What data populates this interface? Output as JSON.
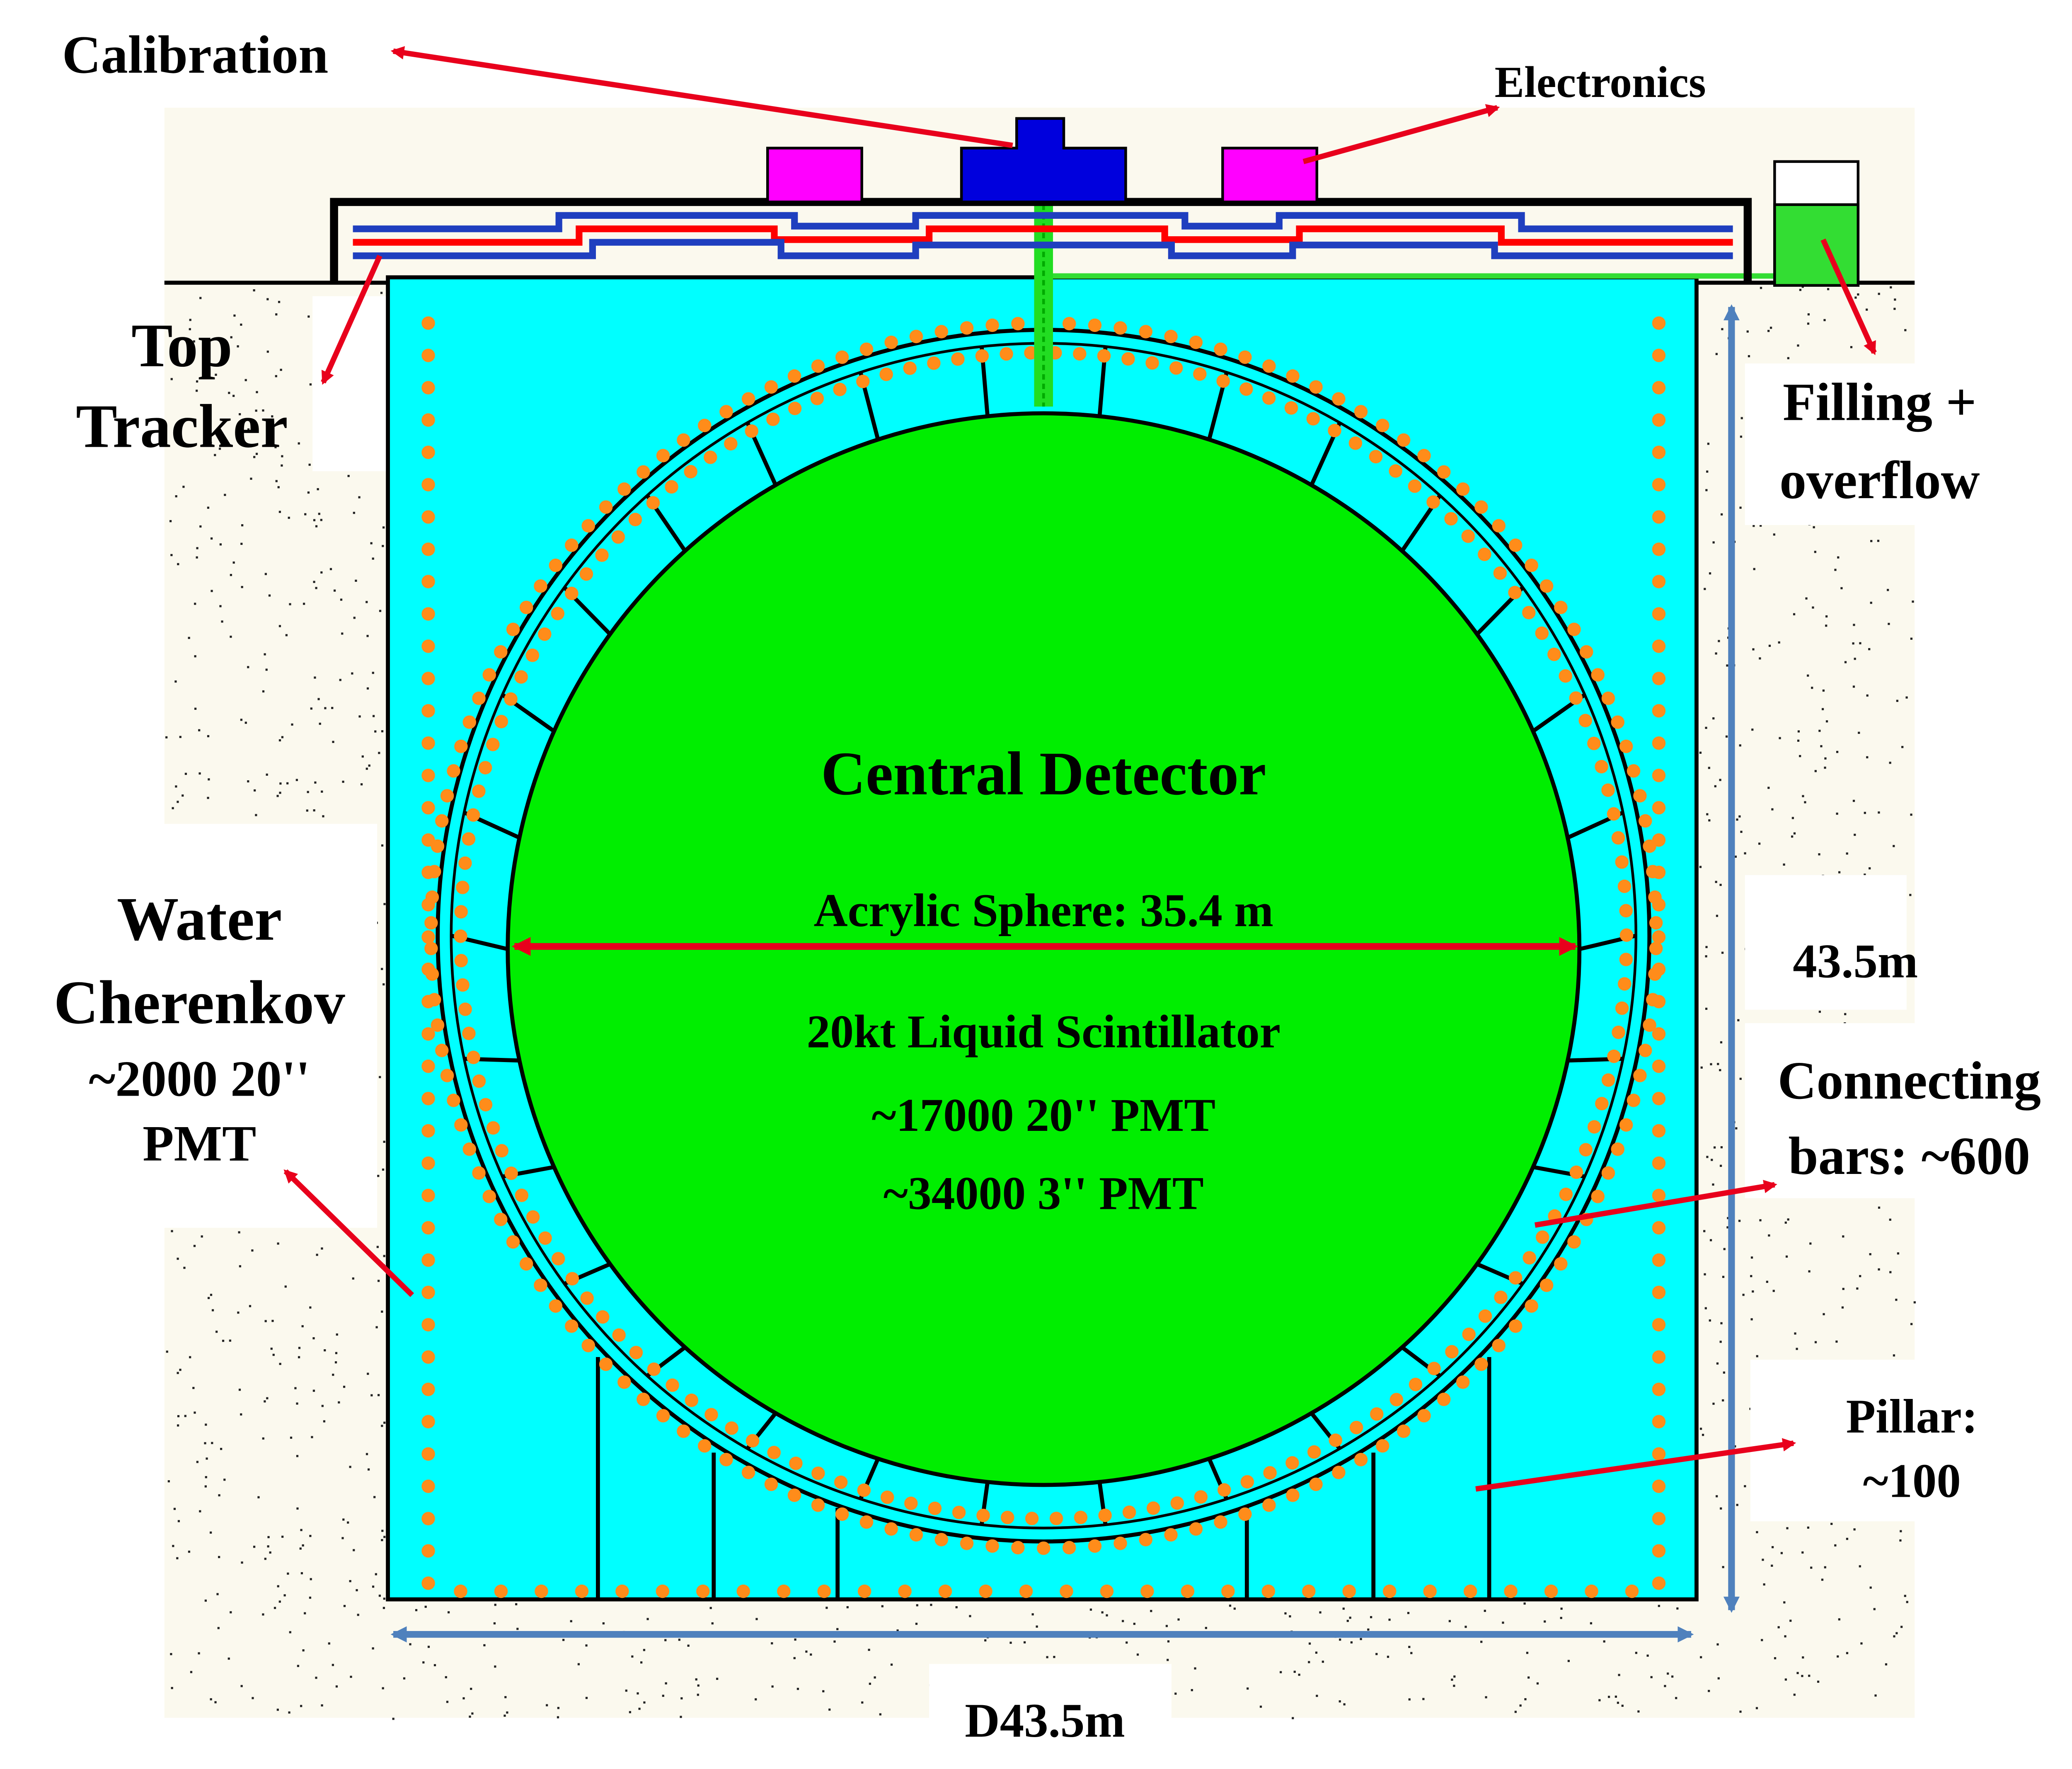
{
  "labels": {
    "calibration": "Calibration",
    "electronics": "Electronics",
    "top_tracker_1": "Top",
    "top_tracker_2": "Tracker",
    "filling_1": "Filling +",
    "filling_2": "overflow",
    "water_1": "Water",
    "water_2": "Cherenkov",
    "water_3": "~2000 20''",
    "water_4": "PMT",
    "height": "43.5m",
    "connecting_1": "Connecting",
    "connecting_2": "bars: ~600",
    "pillar_1": "Pillar:",
    "pillar_2": "~100",
    "diameter": "D43.5m",
    "central": "Central Detector",
    "acrylic": "Acrylic Sphere: 35.4 m",
    "ls": "20kt Liquid Scintillator",
    "pmt20": "~17000 20'' PMT",
    "pmt3": "~34000 3'' PMT"
  },
  "colors": {
    "water": "#00FFFF",
    "scintillator": "#00EE00",
    "pmt": "#FF8C1A",
    "arrow": "#E8001C",
    "dimension": "#4F81BD",
    "calibration_box": "#0000DD",
    "electronics_box": "#FF00FF",
    "ground": "#FBF9EE",
    "tracker_blue": "#1F3FBF",
    "tracker_red": "#FF0000"
  }
}
